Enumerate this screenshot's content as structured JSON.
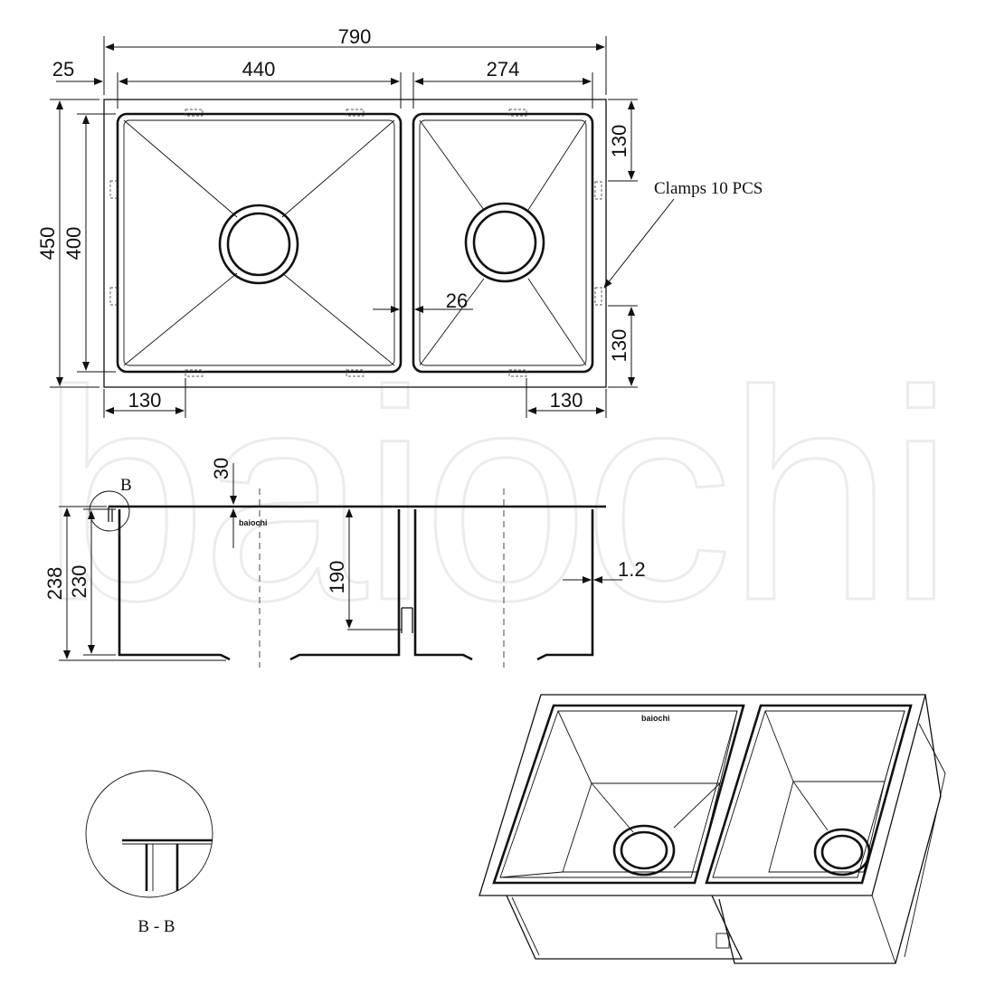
{
  "watermark": "baiochi",
  "brand_mark": "baiochi",
  "dimensions": {
    "overall_width": "790",
    "flange": "25",
    "large_bowl_width": "440",
    "small_bowl_width": "274",
    "overall_depth": "450",
    "bowl_depth": "400",
    "clamp_offset_top": "130",
    "clamp_offset_bottom": "130",
    "clamp_offset_left": "130",
    "clamp_offset_right": "130",
    "divider": "26",
    "flange_drop": "30",
    "total_height": "238",
    "bowl_height": "230",
    "small_bowl_height": "190",
    "thickness": "1.2"
  },
  "annotations": {
    "clamps": "Clamps 10 PCS",
    "detail_marker": "B",
    "section_label": "B - B"
  }
}
